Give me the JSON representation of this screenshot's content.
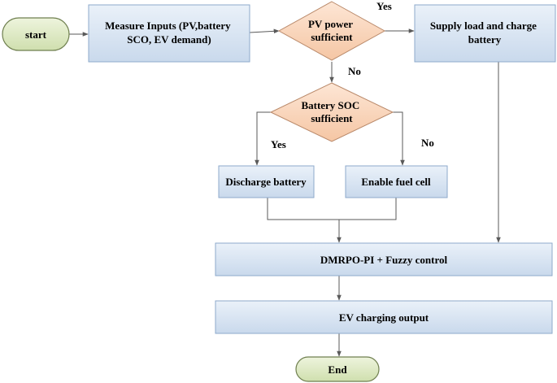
{
  "nodes": {
    "start": {
      "lines": [
        "start"
      ]
    },
    "measure": {
      "lines": [
        "Measure Inputs (PV,battery",
        "SCO, EV demand)"
      ]
    },
    "pv_check": {
      "lines": [
        "PV power",
        "sufficient"
      ]
    },
    "supply": {
      "lines": [
        "Supply load and charge",
        "battery"
      ]
    },
    "soc_check": {
      "lines": [
        "Battery SOC",
        "sufficient"
      ]
    },
    "discharge": {
      "lines": [
        "Discharge battery"
      ]
    },
    "fuel_cell": {
      "lines": [
        "Enable fuel cell"
      ]
    },
    "control": {
      "lines": [
        "DMRPO-PI + Fuzzy control"
      ]
    },
    "ev_output": {
      "lines": [
        "EV charging output"
      ]
    },
    "end": {
      "lines": [
        "End"
      ]
    }
  },
  "edge_labels": {
    "pv_yes": "Yes",
    "pv_no": "No",
    "soc_yes": "Yes",
    "soc_no": "No"
  },
  "colors": {
    "terminal_fill": "#d8e6bd",
    "terminal_stroke": "#6f7f4f",
    "process_fill": "#dbe5f1",
    "process_stroke": "#8eaacb",
    "decision_fill": "#f9d3b9",
    "decision_stroke": "#b9896a",
    "connector": "#5a5a5a"
  }
}
